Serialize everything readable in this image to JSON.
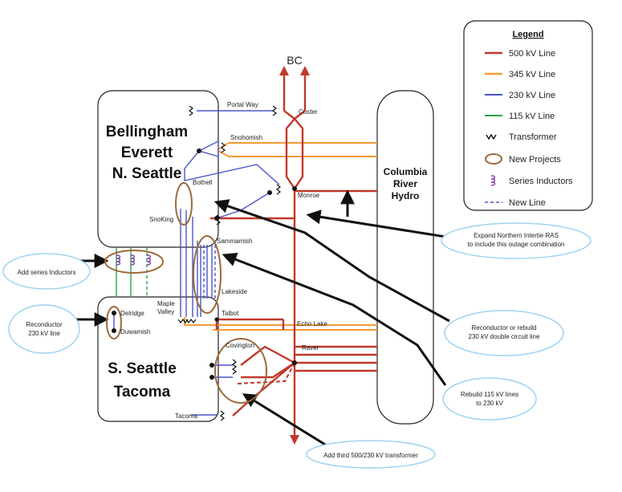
{
  "colors": {
    "line_500": "#c0392b",
    "line_345": "#f39c32",
    "line_230": "#4a55c8",
    "line_115": "#27a34a",
    "new_project": "#9c6a3a",
    "inductor": "#8e44ad",
    "cloud": "#9fd3ef",
    "arrow": "#111111"
  },
  "legend": {
    "title": "Legend",
    "items": [
      {
        "key": "500kv",
        "label": "500 kV Line"
      },
      {
        "key": "345kv",
        "label": "345 kV Line"
      },
      {
        "key": "230kv",
        "label": "230 kV Line"
      },
      {
        "key": "115kv",
        "label": "115 kV Line"
      },
      {
        "key": "transformer",
        "label": "Transformer"
      },
      {
        "key": "new-projects",
        "label": "New Projects"
      },
      {
        "key": "series-inductors",
        "label": "Series Inductors"
      },
      {
        "key": "new-line",
        "label": "New Line"
      }
    ]
  },
  "regions": {
    "north": [
      "Bellingham",
      "Everett",
      "N. Seattle"
    ],
    "south": [
      "S. Seattle",
      "Tacoma"
    ],
    "hydro": [
      "Columbia",
      "River",
      "Hydro"
    ]
  },
  "bc_label": "BC",
  "substations": {
    "portal_way": "Portal Way",
    "custer": "Custer",
    "snohomish": "Snohomish",
    "bothell": "Bothell",
    "monroe": "Monroe",
    "snoking": "SnoKing",
    "sammamish": "Sammamish",
    "lakeside": "Lakeside",
    "maple_valley": [
      "Maple",
      "Valley"
    ],
    "talbot": "Talbot",
    "echo_lake": "Echo Lake",
    "delridge": "Delridge",
    "duwamish": "Duwamish",
    "covington": "Covington",
    "raver": "Raver",
    "tacoma": "Tacoma"
  },
  "callouts": {
    "series_inductors": [
      "Add series Inductors"
    ],
    "reconductor_230": [
      "Reconductor",
      "230 kV line"
    ],
    "expand_ras": [
      "Expand Northern Intertie RAS",
      "to include this outage combination"
    ],
    "reconductor_rebuild": [
      "Reconductor or rebuild",
      "230 kV double circuit line"
    ],
    "rebuild_115": [
      "Rebuild 115 kV lines",
      "to 230 kV"
    ],
    "third_transformer": [
      "Add third 500/230 kV transformer"
    ]
  }
}
